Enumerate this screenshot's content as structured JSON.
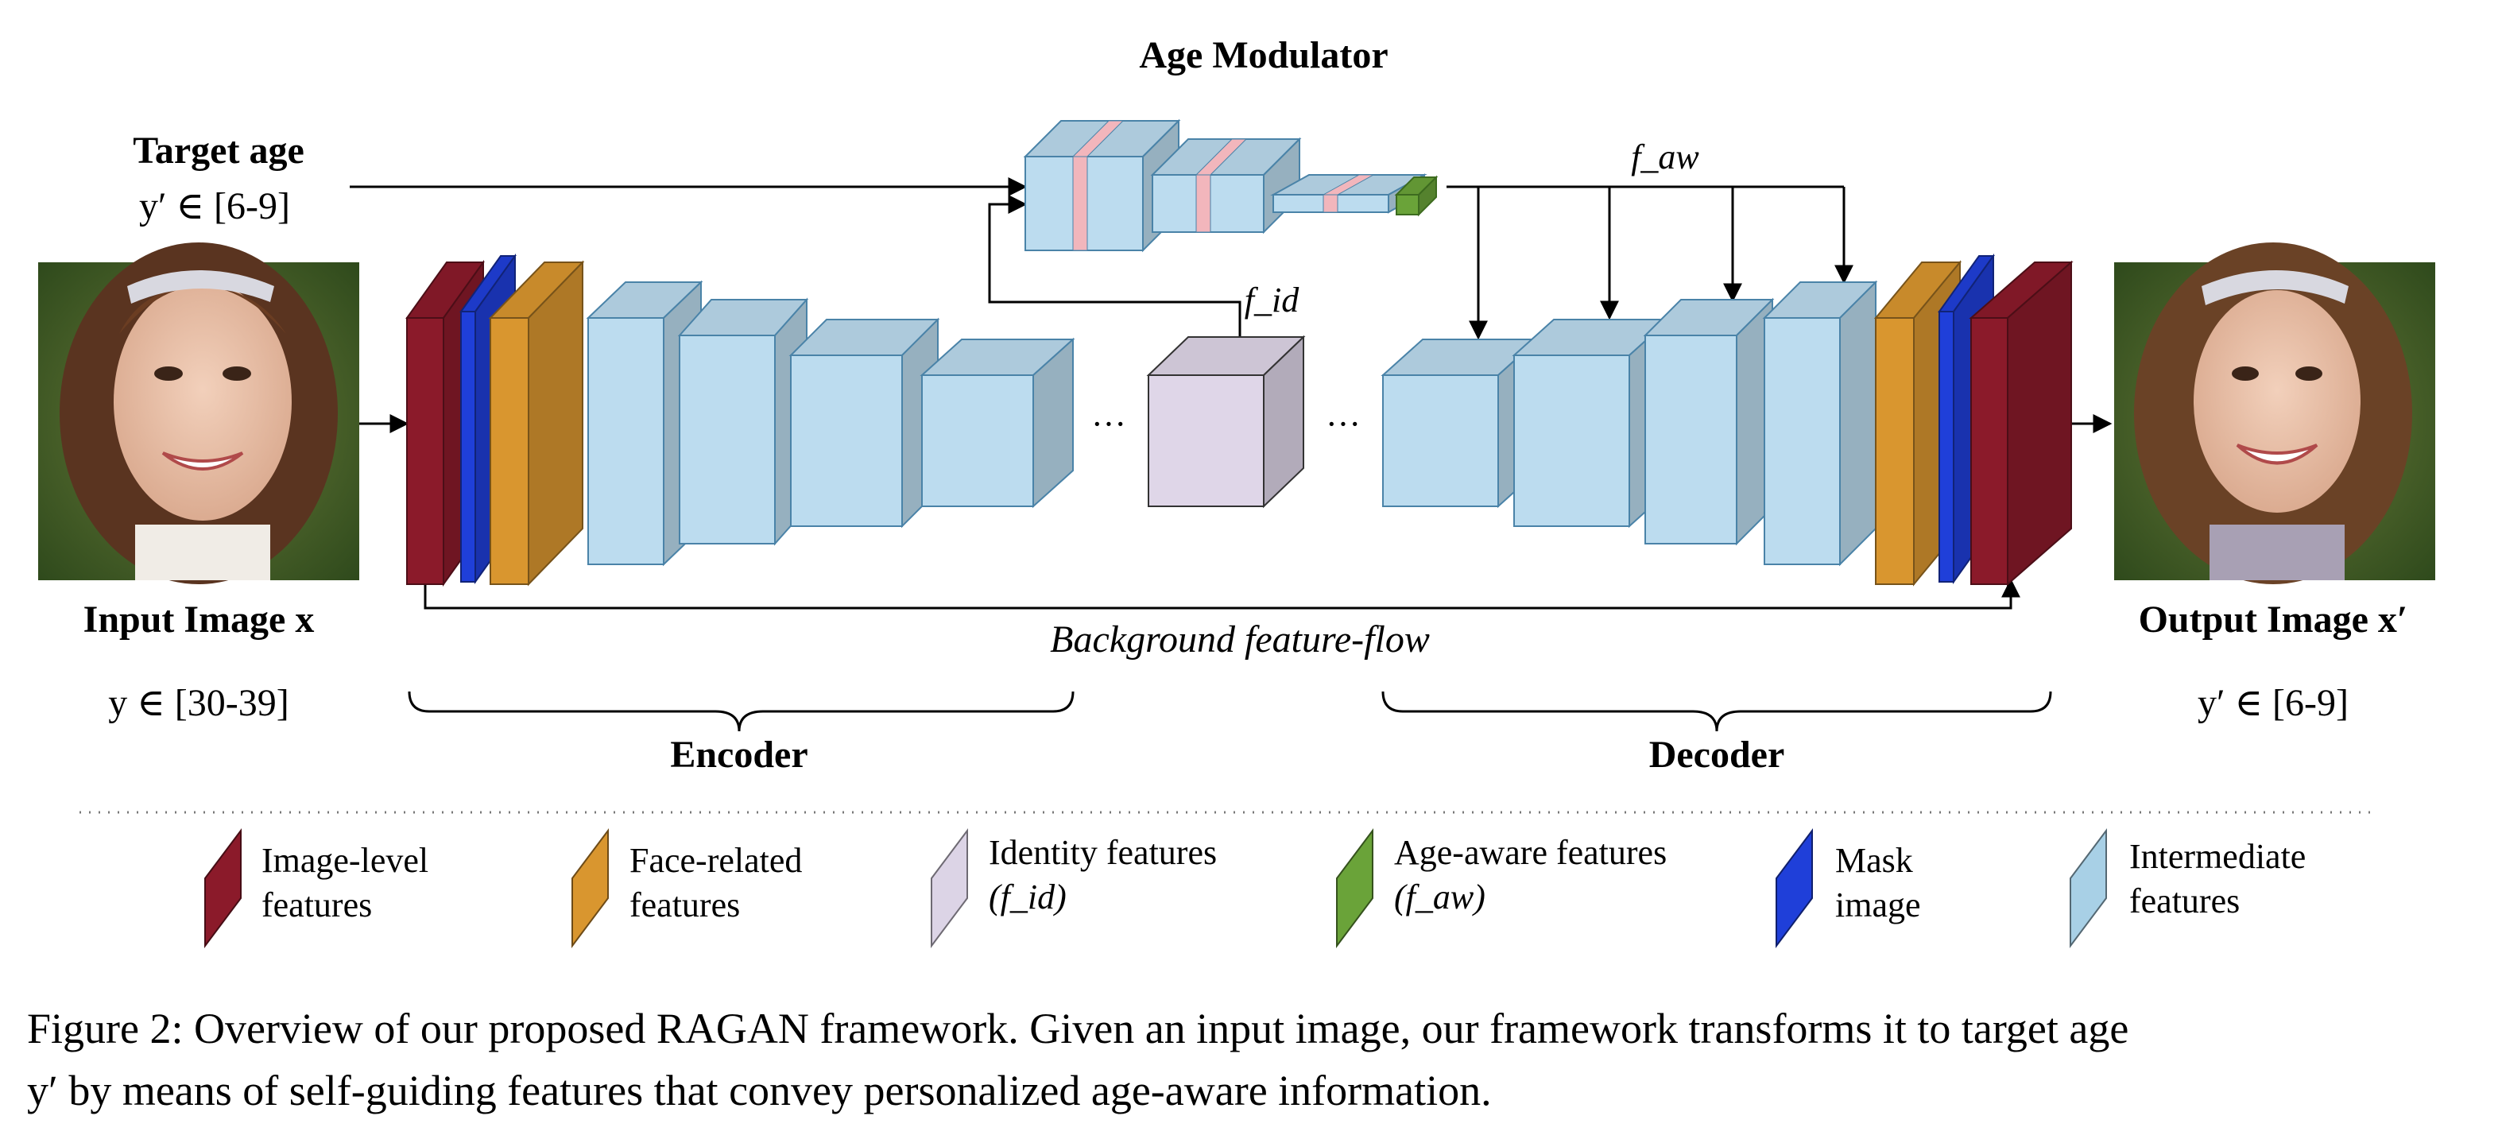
{
  "titles": {
    "age_modulator": "Age Modulator",
    "target_age": "Target age",
    "target_age_range": "y′ ∈ [6-9]",
    "input_image": "Input Image x",
    "input_age_range": "y ∈ [30-39]",
    "output_image": "Output Image x′",
    "output_age_range": "y′ ∈ [6-9]",
    "background_flow": "Background feature-flow",
    "encoder": "Encoder",
    "decoder": "Decoder",
    "f_aw": "f_aw",
    "f_id": "f_id",
    "ellipsis": "···"
  },
  "legend": [
    {
      "line1": "Image-level",
      "line2": "features",
      "color": "#8b1a2a"
    },
    {
      "line1": "Face-related",
      "line2": "features",
      "color": "#d9962f"
    },
    {
      "line1": "Identity features",
      "line2": "(f_id)",
      "color": "#dcd4e6"
    },
    {
      "line1": "Age-aware features",
      "line2": "(f_aw)",
      "color": "#6aa339"
    },
    {
      "line1": "Mask",
      "line2": "image",
      "color": "#1f3fd9"
    },
    {
      "line1": "Intermediate",
      "line2": "features",
      "color": "#a8d0e6"
    }
  ],
  "caption": {
    "line1": "Figure 2: Overview of our proposed RAGAN framework. Given an input image, our framework transforms it to target age",
    "line2": "y′ by means of self-guiding features that convey personalized age-aware information."
  },
  "colors": {
    "image_level": "#8b1a2a",
    "face_related": "#d9962f",
    "mask": "#1f3fd9",
    "intermediate": "#bcdcef",
    "identity": "#dfd6e8",
    "age_aware": "#6aa339",
    "stripe": "#f2b6bc"
  },
  "icons": {
    "input_photo": "adult-woman-face-photo",
    "output_photo": "child-girl-face-photo"
  }
}
